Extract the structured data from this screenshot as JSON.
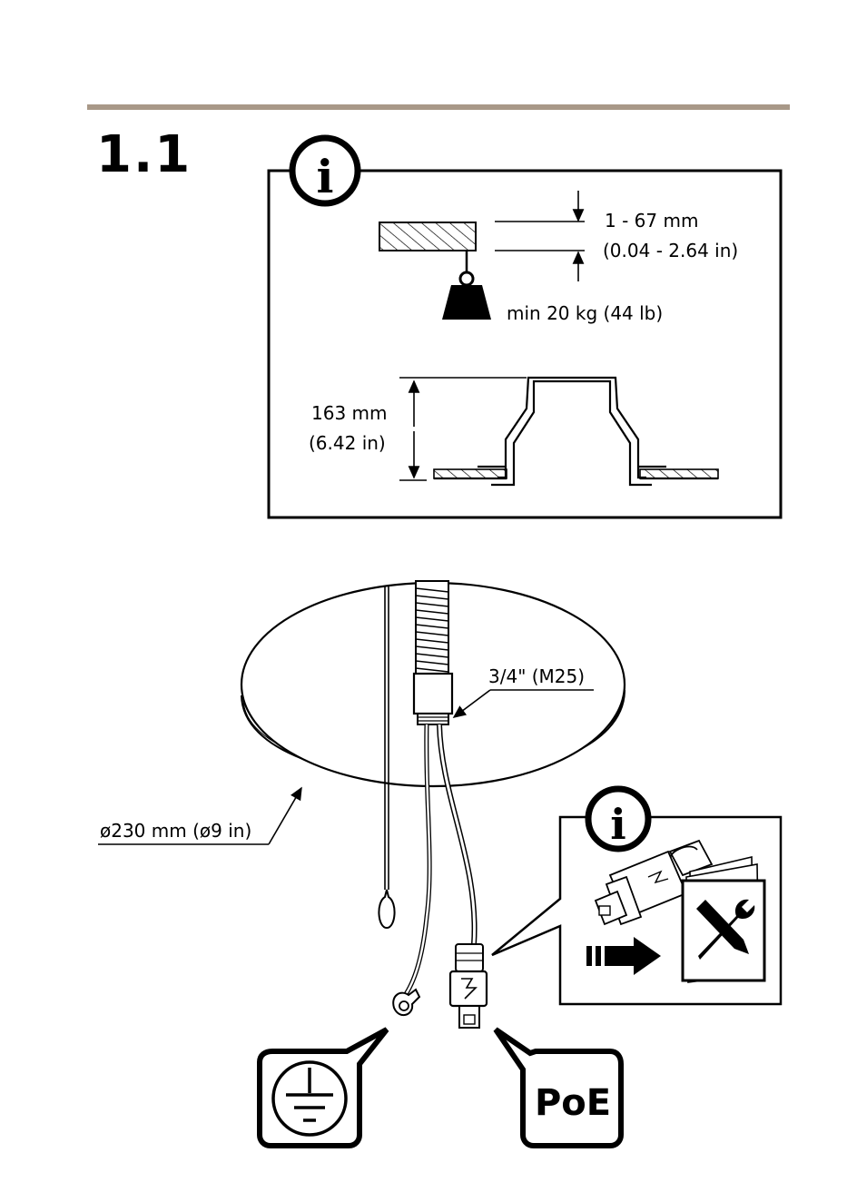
{
  "step_number": "1.1",
  "info_glyph": "i",
  "labels": {
    "gap_mm": "1 - 67 mm",
    "gap_in": "(0.04 - 2.64 in)",
    "load": "min 20 kg (44 lb)",
    "depth_mm": "163 mm",
    "depth_in": "(6.42 in)",
    "conduit": "3/4\" (M25)",
    "diameter": "ø230 mm (ø9 in)",
    "poe": "PoE"
  },
  "icons": [
    "info-icon",
    "weight-icon",
    "ground-symbol-icon",
    "poe-icon",
    "manual-tools-icon",
    "arrow-right-icon",
    "connector-icon"
  ],
  "colors": {
    "rule": "#a89888",
    "ink": "#000000"
  }
}
